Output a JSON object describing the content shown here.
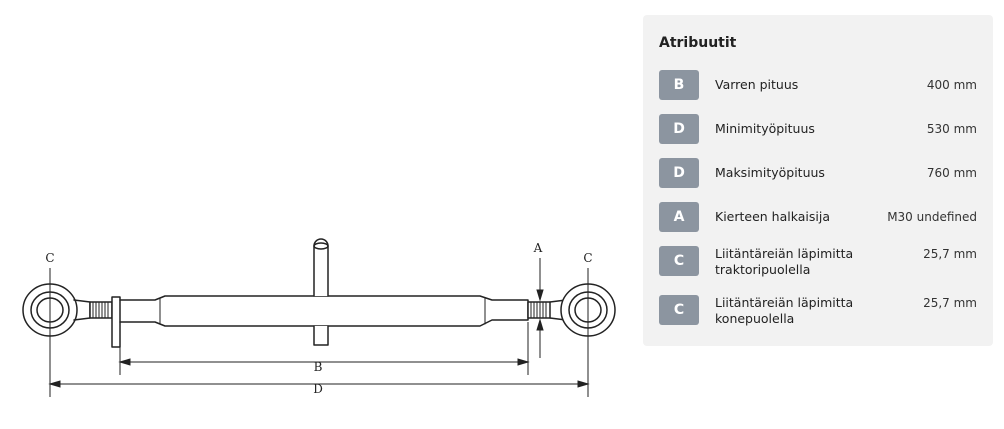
{
  "drawing": {
    "labels": {
      "a": "A",
      "b": "B",
      "d": "D",
      "c_left": "C",
      "c_right": "C"
    }
  },
  "attributes": {
    "title": "Atribuutit",
    "rows": [
      {
        "code": "B",
        "name": "Varren pituus",
        "value": "400 mm"
      },
      {
        "code": "D",
        "name": "Minimityöpituus",
        "value": "530 mm"
      },
      {
        "code": "D",
        "name": "Maksimityöpituus",
        "value": "760 mm"
      },
      {
        "code": "A",
        "name": "Kierteen halkaisija",
        "value": "M30 undefined"
      },
      {
        "code": "C",
        "name": "Liitäntäreiän läpimitta traktoripuolella",
        "value": "25,7 mm"
      },
      {
        "code": "C",
        "name": "Liitäntäreiän läpimitta konepuolella",
        "value": "25,7 mm"
      }
    ]
  },
  "colors": {
    "badge": "#8c95a0",
    "panel_bg": "#f2f2f2"
  }
}
